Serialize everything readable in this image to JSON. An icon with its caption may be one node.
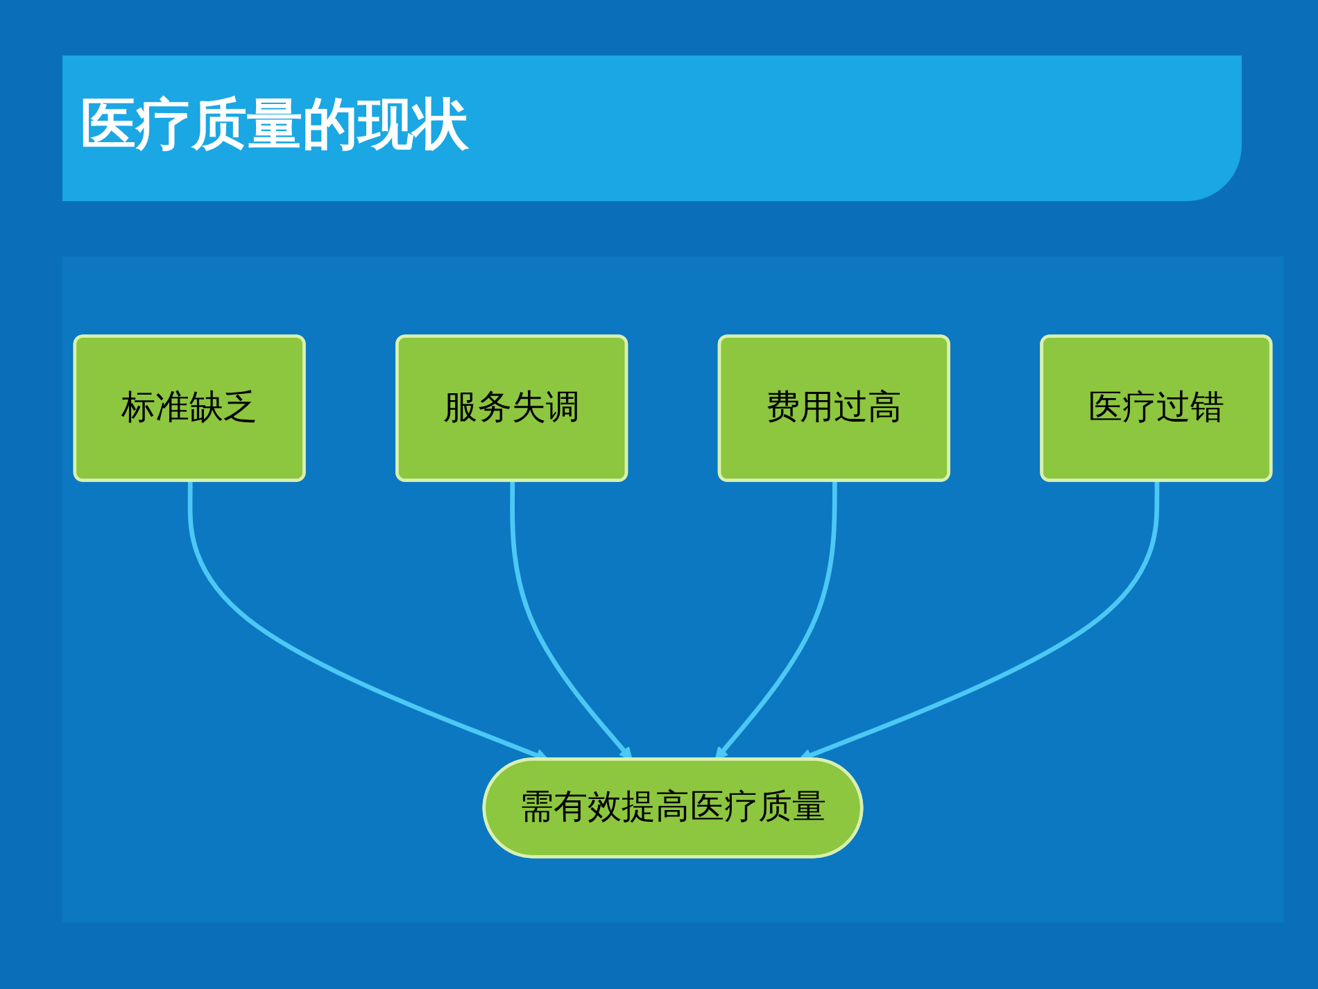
{
  "diagram": {
    "title": "医疗质量的现状",
    "nodes": [
      {
        "text": [
          "标准缺乏"
        ]
      },
      {
        "text": [
          "服务失调"
        ]
      },
      {
        "text": [
          "费用过高"
        ]
      },
      {
        "text": [
          "医疗过错"
        ]
      },
      {
        "text": [
          "需有效提高医疗质量"
        ]
      }
    ],
    "edges": [
      {
        "from": 0,
        "to": 4,
        "arrow": "to"
      },
      {
        "from": 1,
        "to": 4,
        "arrow": "to"
      },
      {
        "from": 2,
        "to": 4,
        "arrow": "to"
      },
      {
        "from": 3,
        "to": 4,
        "arrow": "to"
      }
    ]
  }
}
